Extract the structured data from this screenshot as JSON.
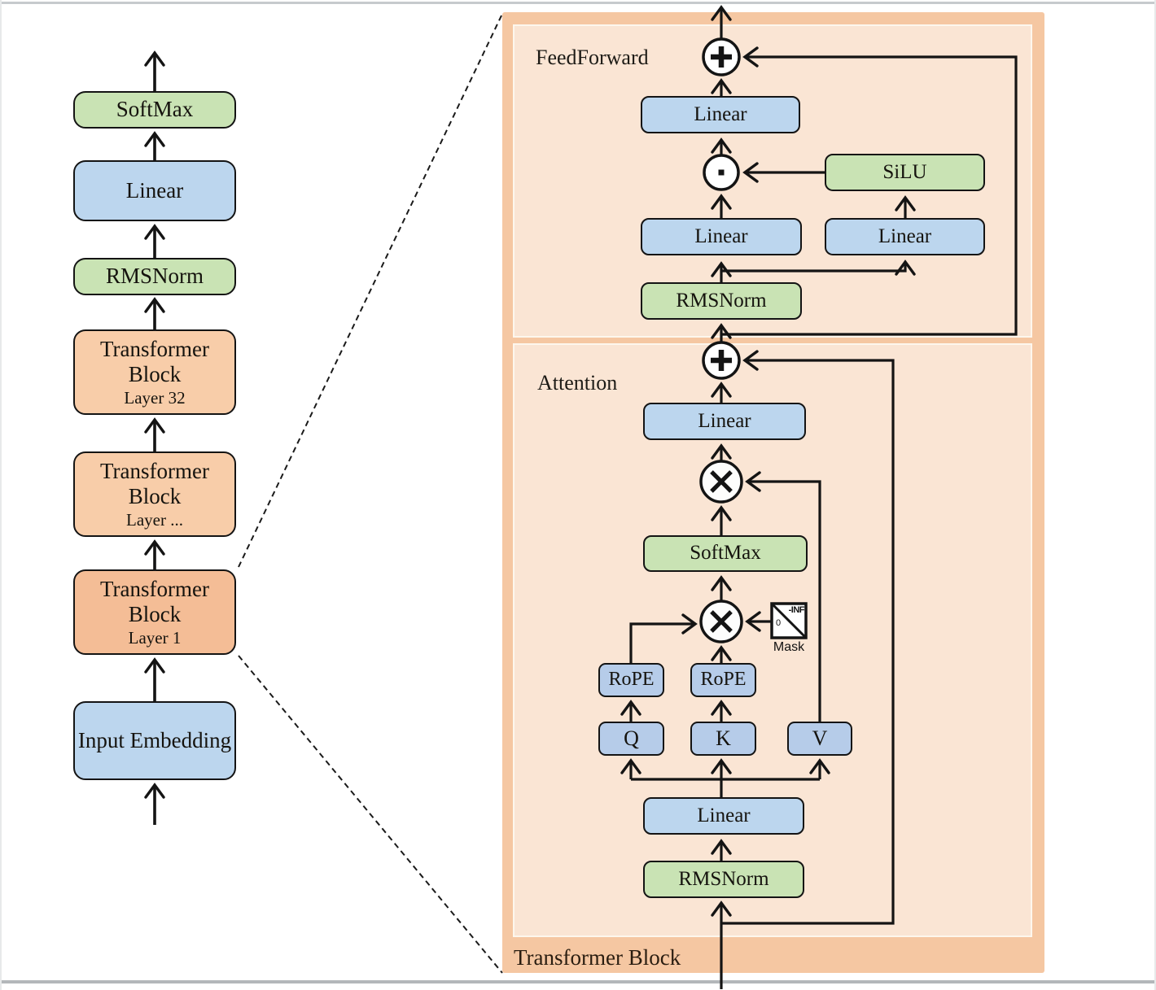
{
  "left_column": {
    "boxes": [
      {
        "label": "SoftMax"
      },
      {
        "label": "Linear"
      },
      {
        "label": "RMSNorm"
      },
      {
        "label": "Transformer Block",
        "sublabel": "Layer 32"
      },
      {
        "label": "Transformer Block",
        "sublabel": "Layer ..."
      },
      {
        "label": "Transformer Block",
        "sublabel": "Layer 1"
      },
      {
        "label": "Input Embedding"
      }
    ]
  },
  "panel": {
    "title": "Transformer Block",
    "feedforward_label": "FeedForward",
    "attention_label": "Attention",
    "ff": {
      "linear_out": "Linear",
      "silu": "SiLU",
      "linear_gate": "Linear",
      "linear_up": "Linear",
      "rmsnorm": "RMSNorm"
    },
    "attn": {
      "linear_out": "Linear",
      "softmax": "SoftMax",
      "rope_q": "RoPE",
      "rope_k": "RoPE",
      "q": "Q",
      "k": "K",
      "v": "V",
      "linear_in": "Linear",
      "rmsnorm": "RMSNorm"
    },
    "mask": {
      "label": "Mask",
      "top_value": "-INF",
      "bottom_value": "0"
    }
  },
  "colors": {
    "green": "#c9e3b4",
    "blue": "#bcd6ee",
    "blue_small": "#b6cce9",
    "orange_block": "#f8cda9",
    "orange_block_dark": "#f4bd96",
    "panel_outer": "#f5c7a2",
    "panel_inner": "#fae5d4",
    "line": "#141414"
  }
}
